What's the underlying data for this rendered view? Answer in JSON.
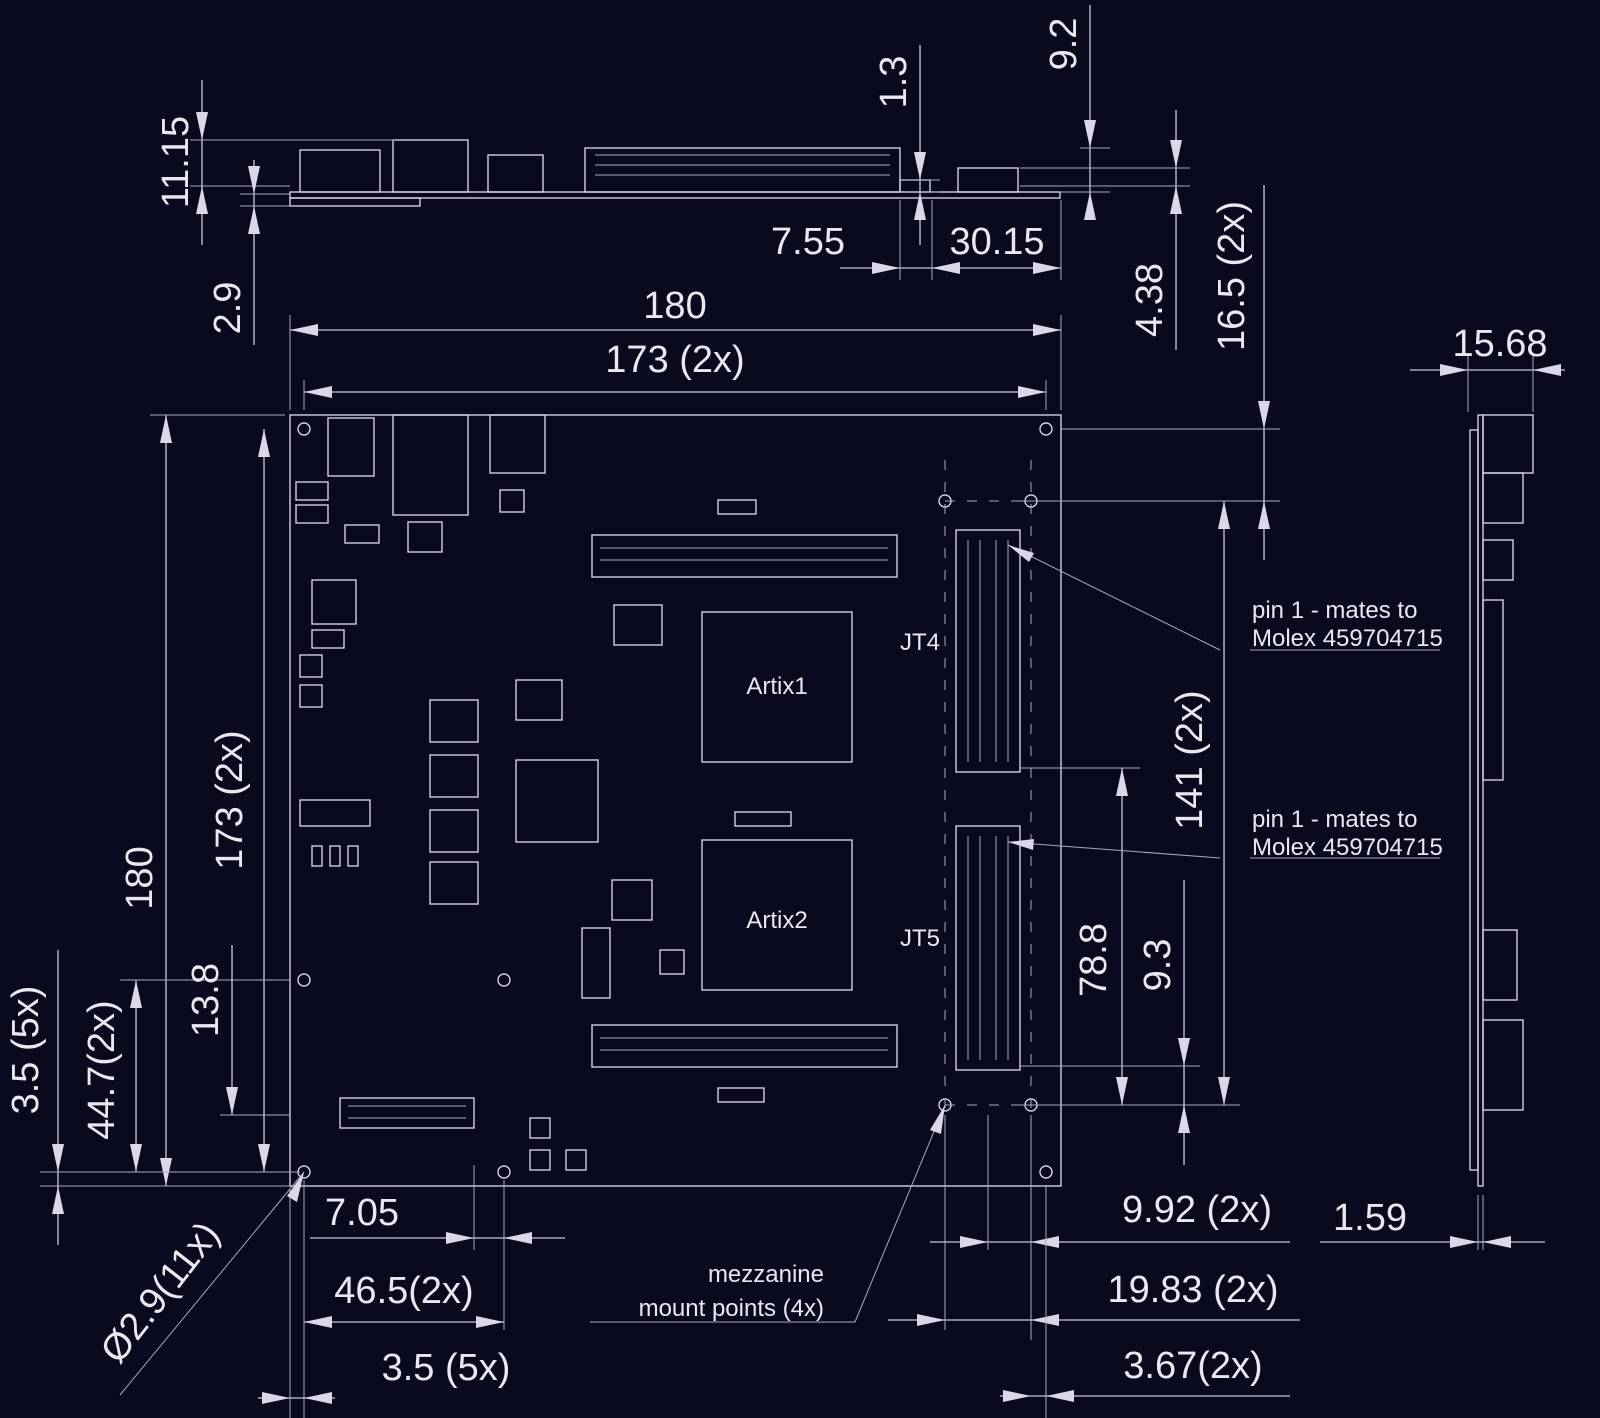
{
  "dimensions": {
    "d_11_15": "11.15",
    "d_2_9": "2.9",
    "d_1_3": "1.3",
    "d_9_2": "9.2",
    "d_7_55": "7.55",
    "d_30_15": "30.15",
    "d_4_38": "4.38",
    "d_16_5": "16.5 (2x)",
    "d_180_top": "180",
    "d_173_top": "173 (2x)",
    "d_15_68": "15.68",
    "d_180_left": "180",
    "d_173_left": "173 (2x)",
    "d_13_8": "13.8",
    "d_44_7": "44.7(2x)",
    "d_3_5_left": "3.5 (5x)",
    "d_141": "141 (2x)",
    "d_78_8": "78.8",
    "d_9_3": "9.3",
    "d_7_05": "7.05",
    "d_46_5": "46.5(2x)",
    "d_3_5_bottom": "3.5 (5x)",
    "d_hole": "Ø2.9(11x)",
    "d_9_92": "9.92 (2x)",
    "d_19_83": "19.83 (2x)",
    "d_3_67": "3.67(2x)",
    "d_1_59": "1.59"
  },
  "labels": {
    "chip1": "Artix1",
    "chip2": "Artix2",
    "jt4": "JT4",
    "jt5": "JT5",
    "pin1_a_line1": "pin 1 - mates to",
    "pin1_a_line2": "Molex 459704715",
    "pin1_b_line1": "pin 1 - mates to",
    "pin1_b_line2": "Molex 459704715",
    "mezz_line1": "mezzanine",
    "mezz_line2": "mount points (4x)"
  },
  "colors": {
    "background": "#0a0a1f",
    "lines": "#c8c8d8",
    "text": "#e8e8f0"
  }
}
